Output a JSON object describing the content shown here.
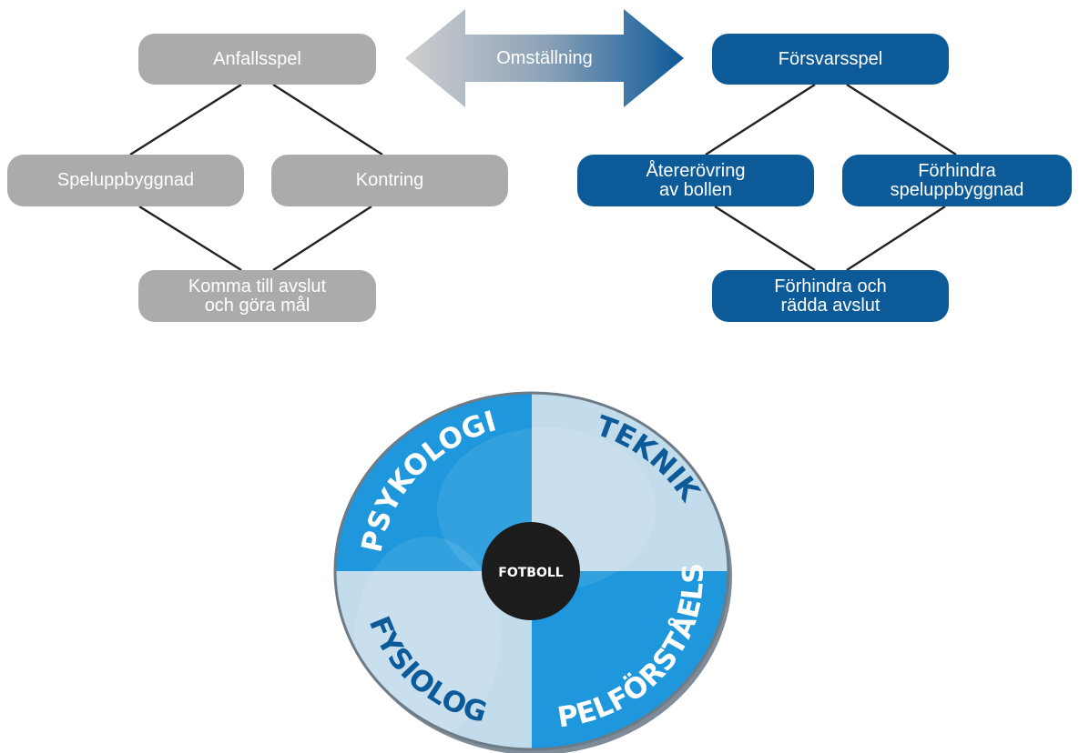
{
  "attack": {
    "top": "Anfallsspel",
    "left": "Speluppbyggnad",
    "right": "Kontring",
    "bottom": "Komma till avslut\noch göra mål"
  },
  "transition": {
    "label": "Omställning"
  },
  "defense": {
    "top": "Försvarsspel",
    "left": "Återerövring\nav bollen",
    "right": "Förhindra\nspeluppbyggnad",
    "bottom": "Förhindra och\nrädda avslut"
  },
  "wheel": {
    "center": "FOTBOLL",
    "quadrants": {
      "top_left": "PSYKOLOGI",
      "top_right": "TEKNIK",
      "bottom_left": "FYSIOLOGI",
      "bottom_right": "SPELFÖRSTÅELSE"
    }
  },
  "colors": {
    "gray_box": "#ababab",
    "blue_box": "#0c5a98",
    "wheel_dark": "#1e97dc",
    "wheel_light": "#c3dcec",
    "center_fill": "#1c1c1c"
  }
}
